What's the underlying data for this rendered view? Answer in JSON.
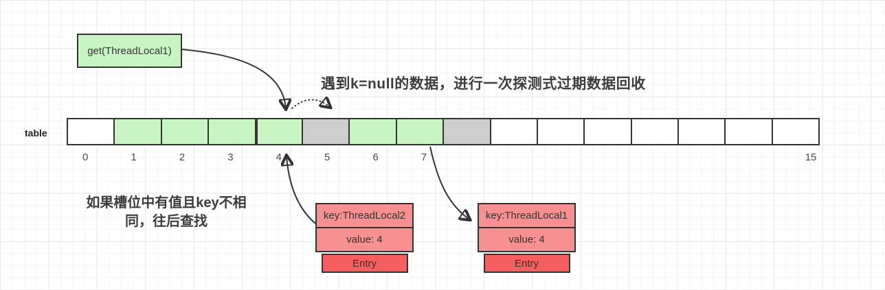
{
  "colors": {
    "green": "#c9f5c5",
    "gray": "#cecece",
    "salmon": "#f79090",
    "red": "#f65f5f",
    "border": "#333333"
  },
  "get_box": {
    "label": "get(ThreadLocal1)"
  },
  "annotations": {
    "top": "遇到k=null的数据，进行一次探测式过期数据回收",
    "bottom_line1": "如果槽位中有值且key不相",
    "bottom_line2": "同，往后查找"
  },
  "table": {
    "label": "table",
    "cells": [
      {
        "label": "0",
        "fill": "white"
      },
      {
        "label": "1",
        "fill": "green"
      },
      {
        "label": "2",
        "fill": "green"
      },
      {
        "label": "3",
        "fill": "green"
      },
      {
        "label": "4",
        "fill": "green",
        "thick_left": true
      },
      {
        "label": "5",
        "fill": "gray"
      },
      {
        "label": "6",
        "fill": "green"
      },
      {
        "label": "7",
        "fill": "green"
      },
      {
        "label": "",
        "fill": "gray"
      },
      {
        "label": "",
        "fill": "white"
      },
      {
        "label": "",
        "fill": "white"
      },
      {
        "label": "",
        "fill": "white"
      },
      {
        "label": "",
        "fill": "white"
      },
      {
        "label": "",
        "fill": "white"
      },
      {
        "label": "",
        "fill": "white"
      },
      {
        "label": "15",
        "fill": "white"
      }
    ]
  },
  "entries": [
    {
      "key": "key:ThreadLocal2",
      "value": "value: 4",
      "footer": "Entry"
    },
    {
      "key": "key:ThreadLocal1",
      "value": "value: 4",
      "footer": "Entry"
    }
  ]
}
